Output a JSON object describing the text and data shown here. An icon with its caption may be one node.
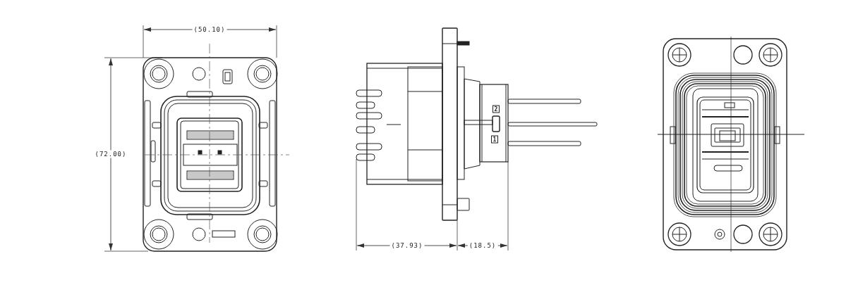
{
  "diagram": {
    "labels": [
      "(50.10)",
      "(72.00)",
      "2",
      "1",
      "(37.93)",
      "(18.5)"
    ]
  }
}
